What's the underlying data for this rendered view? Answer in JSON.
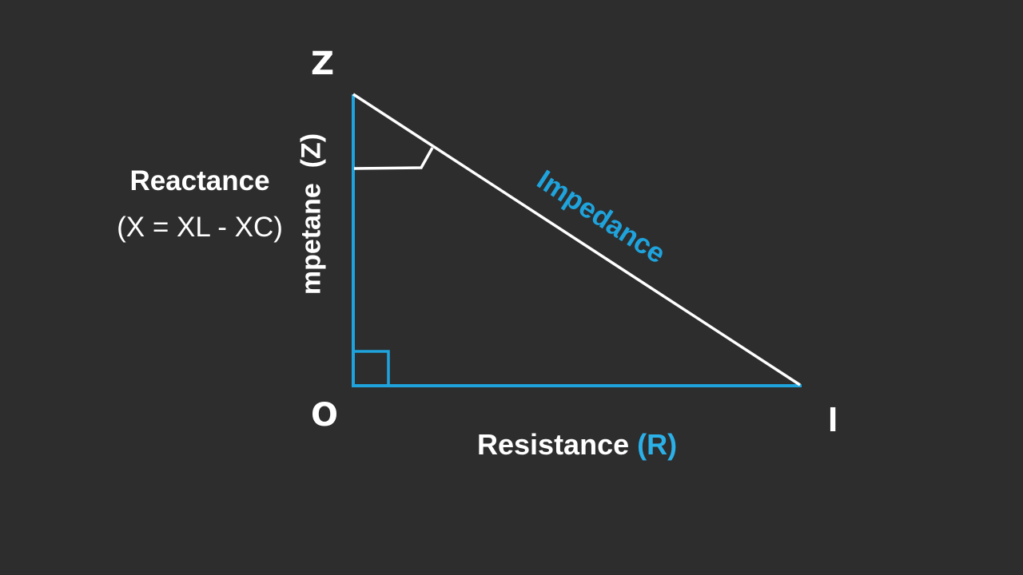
{
  "vertices": {
    "top": "Z",
    "origin": "O",
    "right": "I"
  },
  "labels": {
    "reactance_title": "Reactance",
    "reactance_formula": "(X = XL - XC)",
    "vertical_side": "mpetane  (Z)",
    "hypotenuse": "Impedance",
    "resistance_text": "Resistance",
    "resistance_symbol": "(R)"
  },
  "colors": {
    "background": "#2d2d2d",
    "legs": "#1fa3dc",
    "hypotenuse_line": "#ffffff",
    "hypotenuse_label": "#1fa3dc",
    "text": "#ffffff"
  }
}
